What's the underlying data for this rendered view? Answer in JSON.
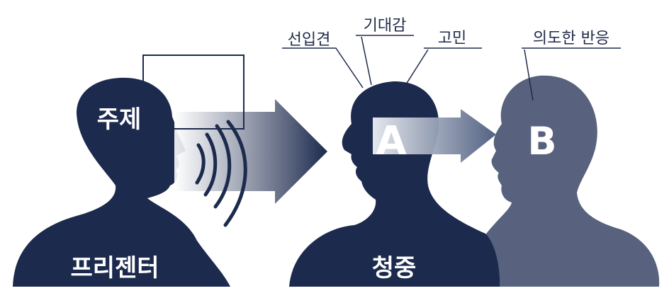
{
  "presenter": {
    "head_text": "주제",
    "body_text": "프리젠터"
  },
  "audience": {
    "head_text": "A",
    "body_text": "청중"
  },
  "response": {
    "head_text": "B"
  },
  "annotations": {
    "prejudice": "선입견",
    "expectation": "기대감",
    "concern": "고민",
    "intended_response": "의도한 반응"
  },
  "colors": {
    "presenter_fill": "#1c2a4d",
    "audience_fill": "#1c2a4d",
    "response_fill": "#58627e",
    "arrow_dark": "#1c2a4d",
    "line_color": "#1f2a4a"
  }
}
